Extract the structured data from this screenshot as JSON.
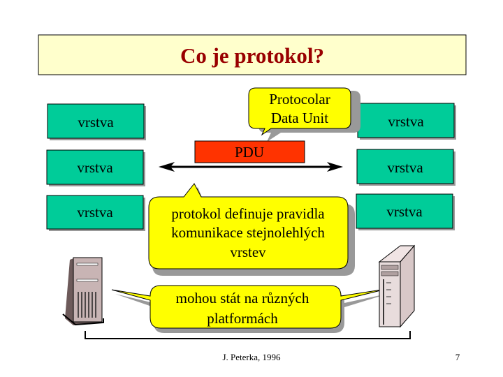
{
  "title": "Co je protokol?",
  "left_layers": [
    "vrstva",
    "vrstva",
    "vrstva"
  ],
  "right_layers": [
    "vrstva",
    "vrstva",
    "vrstva"
  ],
  "pdu_label": "PDU",
  "callout_pdu": [
    "Protocolar",
    "Data Unit"
  ],
  "callout_protocol": [
    "protokol definuje pravidla",
    "komunikace stejnolehlých",
    "vrstev"
  ],
  "callout_platforms": [
    "mohou stát na různých",
    "platformách"
  ],
  "footer": {
    "author": "J. Peterka, 1996",
    "page_number": "7"
  },
  "colors": {
    "title_bg": "#ffffcc",
    "title_text": "#990000",
    "layer": "#00cc99",
    "pdu": "#ff3300",
    "callout": "#ffff00"
  }
}
